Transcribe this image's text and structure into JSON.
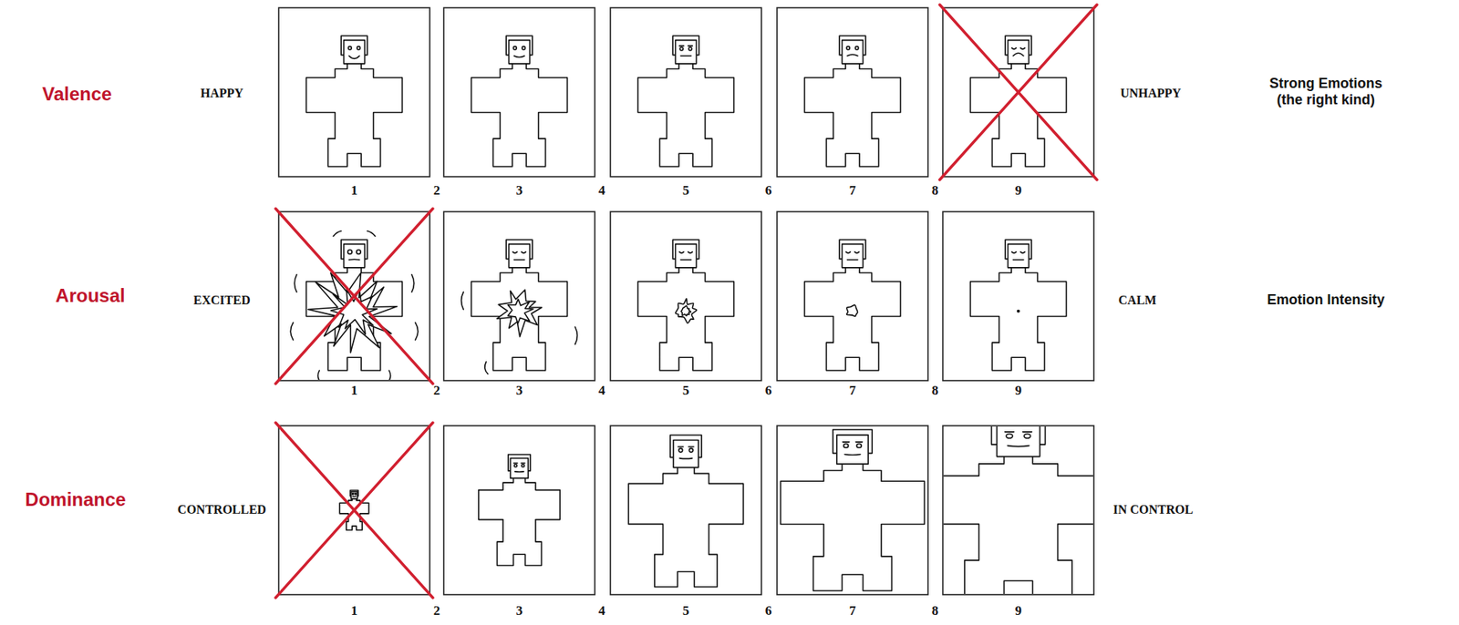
{
  "diagram": {
    "labels": [
      "Valence",
      "HAPPY",
      "UNHAPPY",
      "Strong Emotions (the right kind)",
      "1",
      "2",
      "3",
      "4",
      "5",
      "6",
      "7",
      "8",
      "9",
      "Arousal",
      "EXCITED",
      "CALM",
      "Emotion Intensity",
      "1",
      "2",
      "3",
      "4",
      "5",
      "6",
      "7",
      "8",
      "9",
      "Dominance",
      "CONTROLLED",
      "IN CONTROL",
      "1",
      "2",
      "3",
      "4",
      "5",
      "6",
      "7",
      "8",
      "9"
    ]
  }
}
